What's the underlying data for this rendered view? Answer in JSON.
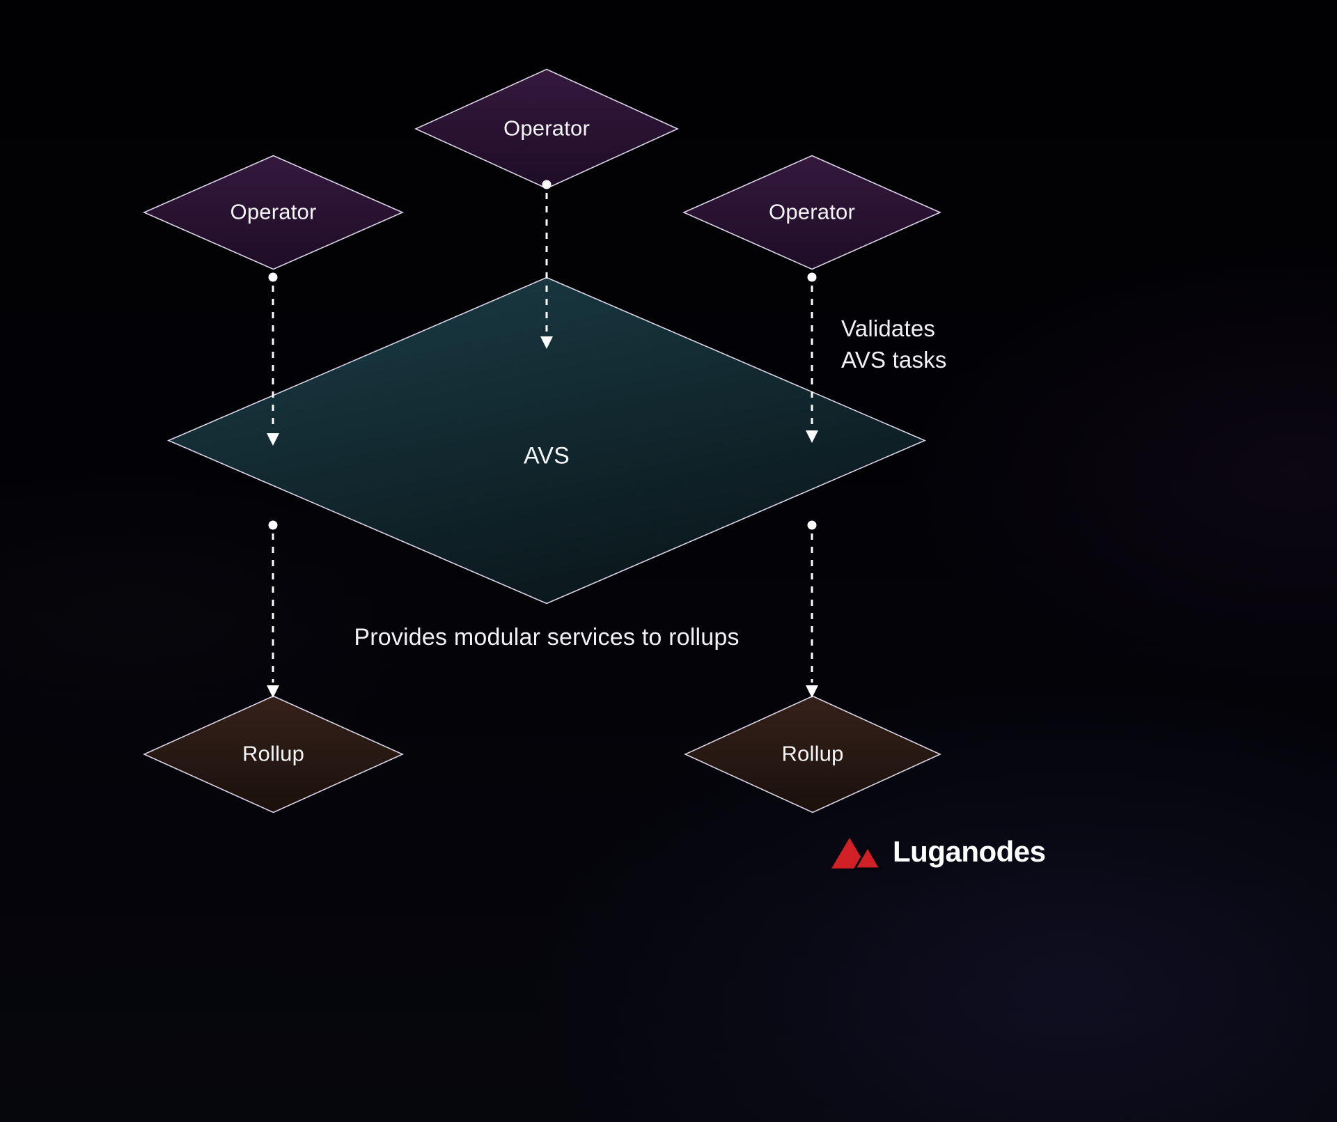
{
  "diagram": {
    "nodes": {
      "operator_top": {
        "label": "Operator"
      },
      "operator_left": {
        "label": "Operator"
      },
      "operator_right": {
        "label": "Operator"
      },
      "avs": {
        "label": "AVS"
      },
      "rollup_left": {
        "label": "Rollup"
      },
      "rollup_right": {
        "label": "Rollup"
      }
    },
    "annotations": {
      "validates_line1": "Validates",
      "validates_line2": "AVS tasks",
      "provides": "Provides modular services to rollups"
    },
    "colors": {
      "operator_fill_top": "#34193d",
      "operator_fill_bottom": "#1e0c26",
      "avs_fill_top": "#1a3b44",
      "avs_fill_bottom": "#0a161b",
      "rollup_fill_top": "#34211a",
      "rollup_fill_bottom": "#1b100b",
      "node_border": "#d9d4e6",
      "arrow": "#ffffff",
      "text": "#f5f5f7",
      "logo_red": "#d22027"
    },
    "logo": {
      "name": "Luganodes"
    }
  }
}
